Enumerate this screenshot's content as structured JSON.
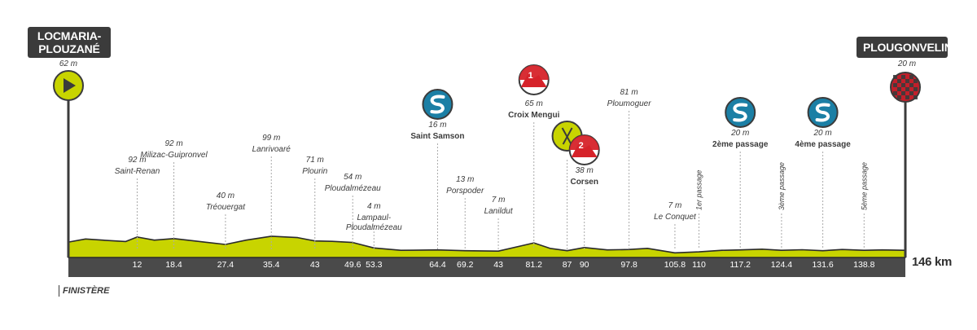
{
  "start": {
    "name": "LOCMARIA-\nPLOUZANÉ",
    "alt": "62 m"
  },
  "finish": {
    "name": "PLOUGONVELIN",
    "alt": "20 m"
  },
  "region": "FINISTÈRE",
  "total_distance": "146 km",
  "colors": {
    "profile": "#c8d400",
    "base": "#4a4a4a",
    "dark": "#3b3b3b",
    "sprint": "#1b7fa5",
    "climb": "#d6232a",
    "feed": "#c8d400"
  },
  "icons": {
    "start": "play-icon",
    "finish": "checkered-flag-icon",
    "sprint": "sprint-s-icon",
    "climb": "mountain-icon",
    "feed": "feed-zone-icon"
  },
  "chart_data": {
    "type": "area",
    "title": "",
    "xlabel": "",
    "ylabel": "",
    "x_ticks": [
      "12",
      "18.4",
      "27.4",
      "35.4",
      "43",
      "49.6",
      "53.3",
      "64.4",
      "69.2",
      "43",
      "81.2",
      "87",
      "90",
      "97.8",
      "105.8",
      "110",
      "117.2",
      "124.4",
      "131.6",
      "138.8"
    ],
    "x": [
      0,
      3,
      7,
      10,
      12,
      15,
      18.4,
      22,
      27.4,
      31,
      35.4,
      40,
      43,
      46,
      49.6,
      53.3,
      58,
      64.4,
      69.2,
      75,
      81.2,
      84,
      87,
      90,
      94,
      97.8,
      101,
      105.8,
      110,
      114,
      117.2,
      121,
      124.4,
      128,
      131.6,
      135,
      138.8,
      142,
      146
    ],
    "elevation": [
      62,
      78,
      70,
      65,
      88,
      72,
      80,
      68,
      50,
      72,
      92,
      85,
      68,
      66,
      60,
      32,
      20,
      22,
      18,
      16,
      58,
      30,
      18,
      34,
      22,
      24,
      30,
      7,
      12,
      20,
      22,
      26,
      20,
      23,
      18,
      24,
      20,
      22,
      20
    ],
    "places": [
      {
        "name": "Saint-Renan",
        "alt": "92 m",
        "km": 12
      },
      {
        "name": "Milizac-Guipronvel",
        "alt": "92 m",
        "km": 18.4
      },
      {
        "name": "Tréouergat",
        "alt": "40 m",
        "km": 27.4
      },
      {
        "name": "Lanrivoaré",
        "alt": "99 m",
        "km": 35.4
      },
      {
        "name": "Plourin",
        "alt": "71 m",
        "km": 43
      },
      {
        "name": "Ploudalmézeau",
        "alt": "54 m",
        "km": 49.6
      },
      {
        "name": "Lampaul-\nPloudalmézeau",
        "alt": "4 m",
        "km": 53.3
      },
      {
        "name": "Saint Samson",
        "alt": "16 m",
        "km": 64.4,
        "bold": true,
        "icon": "sprint"
      },
      {
        "name": "Porspoder",
        "alt": "13 m",
        "km": 69.2
      },
      {
        "name": "Lanildut",
        "alt": "7 m",
        "km": 75
      },
      {
        "name": "Croix Mengui",
        "alt": "65 m",
        "km": 81.2,
        "bold": true,
        "icon": "climb",
        "cat": "1"
      },
      {
        "name": "",
        "alt": "",
        "km": 87,
        "icon": "feed"
      },
      {
        "name": "Corsen",
        "alt": "38 m",
        "km": 90,
        "bold": true,
        "icon": "climb",
        "cat": "2"
      },
      {
        "name": "Ploumoguer",
        "alt": "81 m",
        "km": 97.8
      },
      {
        "name": "Le Conquet",
        "alt": "7 m",
        "km": 105.8
      },
      {
        "name": "1er passage",
        "alt": "",
        "km": 110,
        "vertical": true
      },
      {
        "name": "2ème passage",
        "alt": "20 m",
        "km": 117.2,
        "bold": true,
        "icon": "sprint"
      },
      {
        "name": "3ème passage",
        "alt": "",
        "km": 124.4,
        "vertical": true
      },
      {
        "name": "4ème passage",
        "alt": "20 m",
        "km": 131.6,
        "bold": true,
        "icon": "sprint"
      },
      {
        "name": "5ème passage",
        "alt": "",
        "km": 138.8,
        "vertical": true
      }
    ]
  }
}
